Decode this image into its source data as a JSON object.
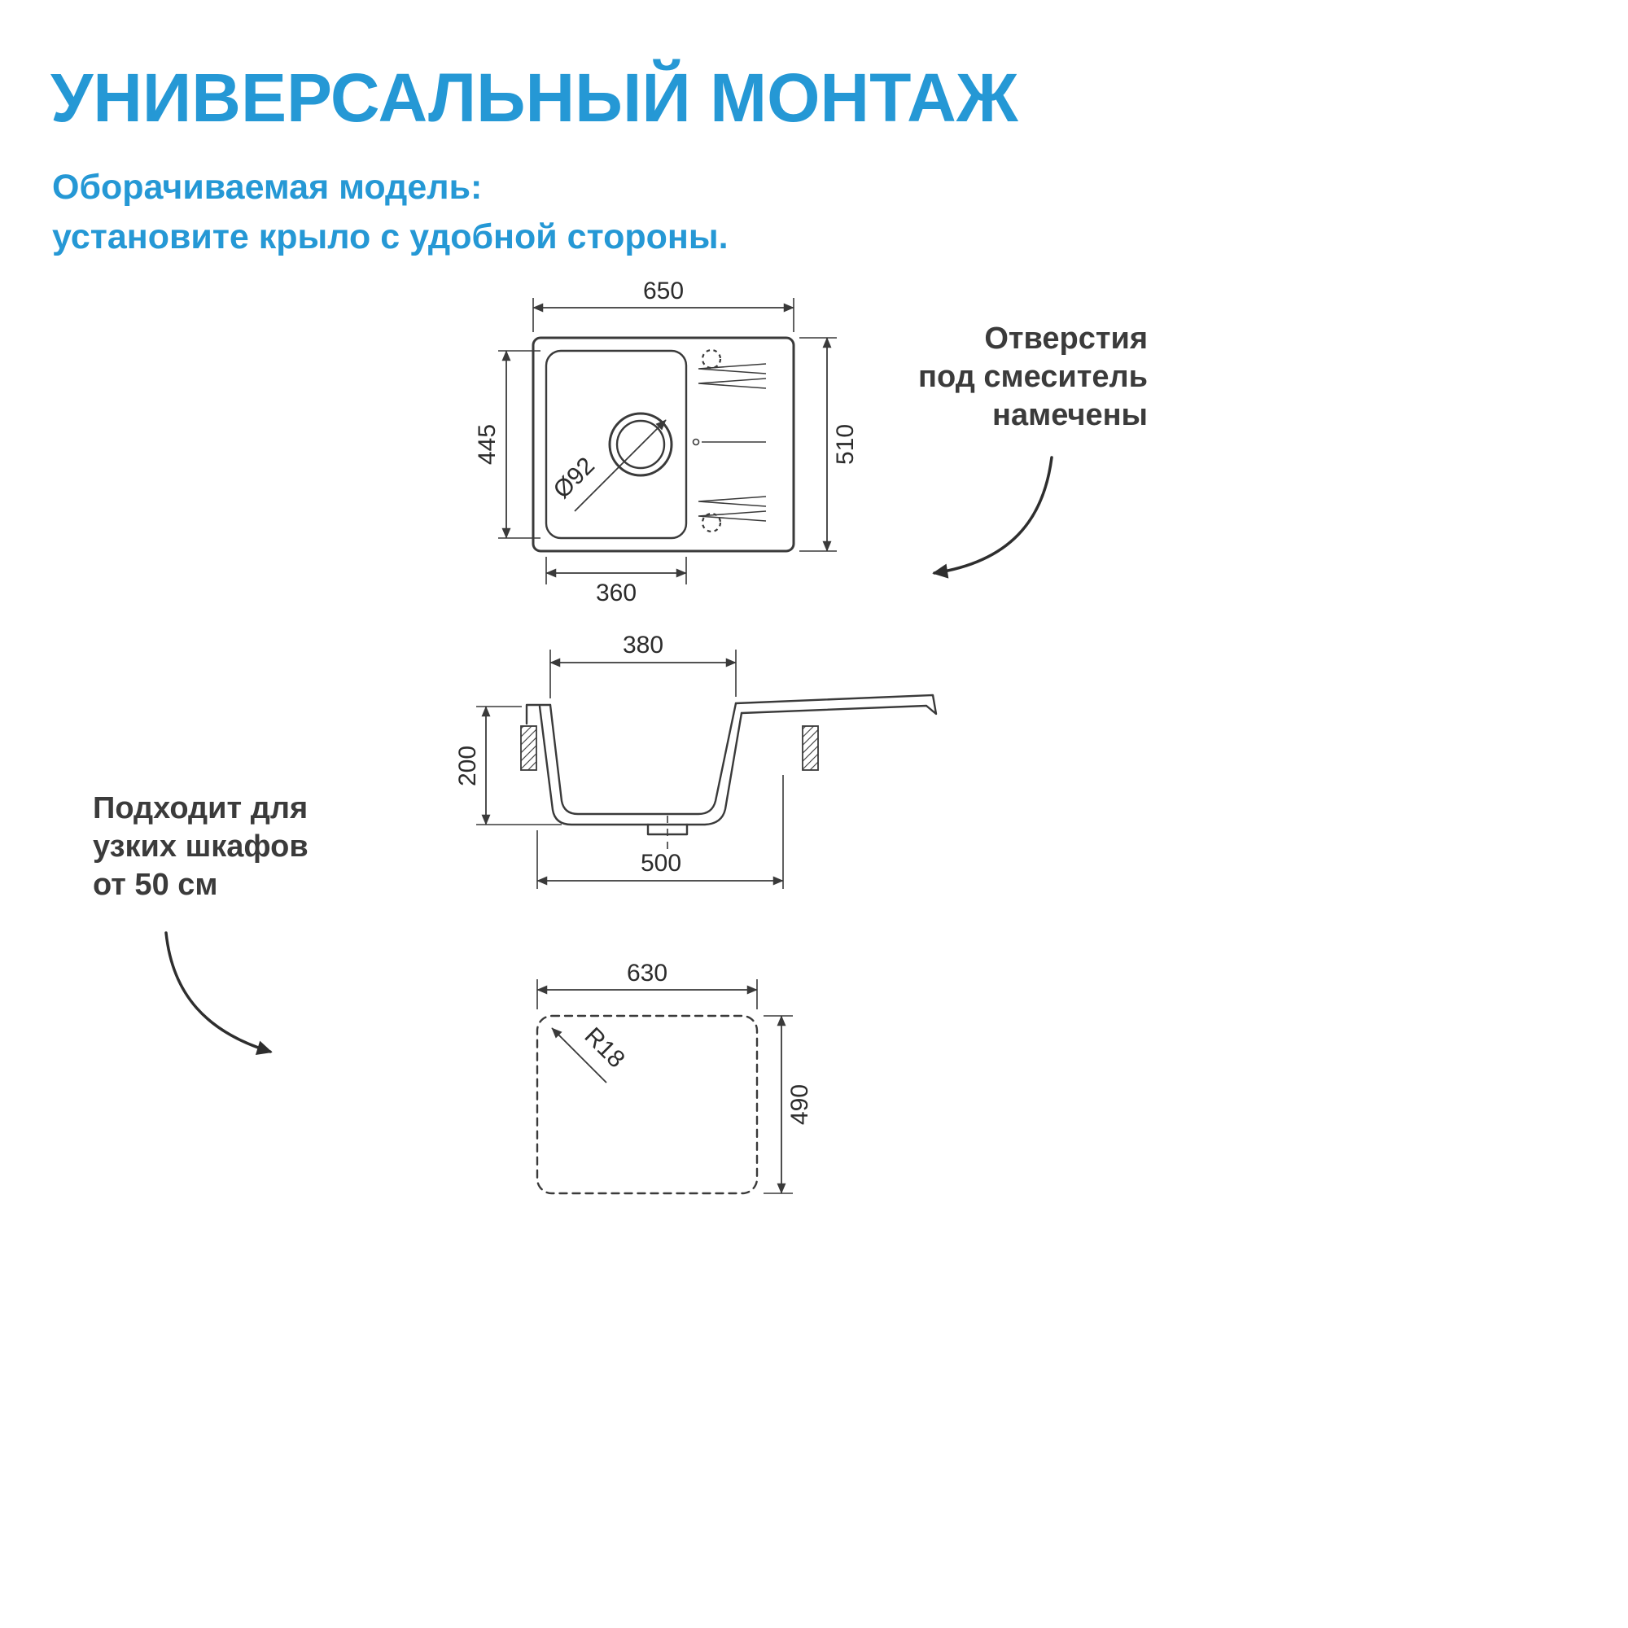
{
  "page": {
    "title": "УНИВЕРСАЛЬНЫЙ МОНТАЖ",
    "subtitle_line1": "Оборачиваемая модель:",
    "subtitle_line2": "установите крыло с удобной стороны."
  },
  "annotations": {
    "faucet_note": {
      "lines": [
        "Отверстия",
        "под смеситель",
        "намечены"
      ]
    },
    "cabinet_note": {
      "lines": [
        "Подходит для",
        "узких шкафов",
        "от 50 см"
      ]
    }
  },
  "dimensions": {
    "top_view": {
      "width": "650",
      "depth": "510",
      "bowl_depth": "445",
      "bowl_width": "360",
      "drain_diameter": "Ø92"
    },
    "side_view": {
      "bowl_width_top": "380",
      "bowl_height": "200",
      "bowl_width_bottom": "500"
    },
    "cutout_view": {
      "width": "630",
      "depth": "490",
      "corner_radius": "R18"
    }
  },
  "colors": {
    "accent_blue": "#2598d5",
    "text_dark": "#3b3b3b",
    "line": "#3a3a3a"
  }
}
